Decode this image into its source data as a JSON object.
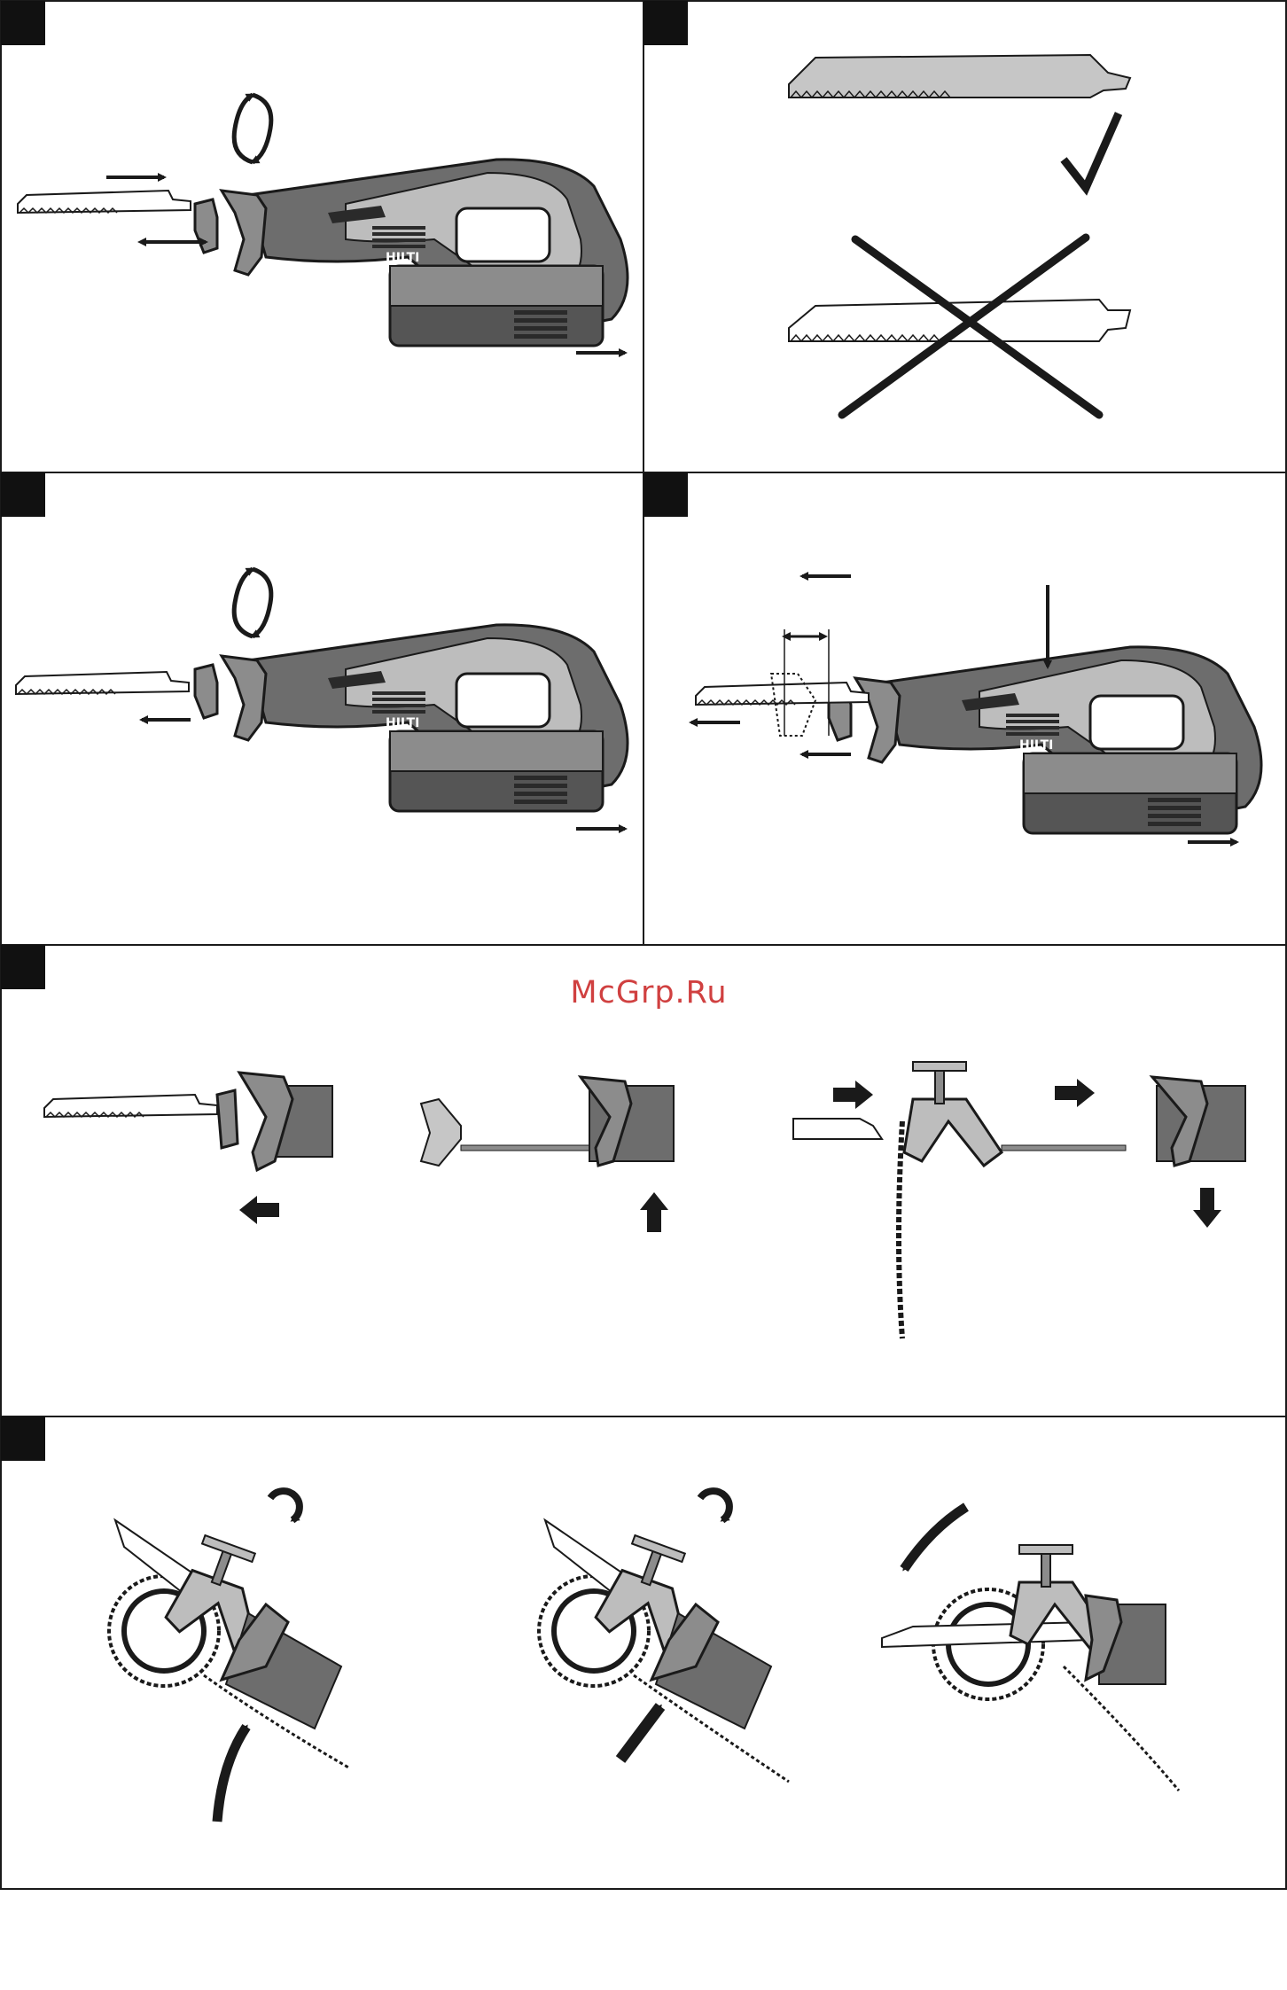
{
  "page": {
    "watermark": "McGrp.Ru",
    "brand_mark": "HILTI"
  },
  "colors": {
    "frame": "#1a1a1a",
    "tool_dark": "#555555",
    "tool_mid": "#8c8c8c",
    "tool_light": "#bdbdbd",
    "blade_fill": "#c6c6c6",
    "wrong_mark": "#1a1a1a",
    "watermark": "#d04040"
  },
  "panels": [
    {
      "id": "1",
      "content": "insert-blade",
      "icons": [
        "rotate-icon",
        "arrow-right-icon",
        "double-arrow-icon",
        "arrow-right-icon"
      ]
    },
    {
      "id": "2",
      "content": "blade-orientation",
      "icons": [
        "check-icon",
        "cross-icon"
      ]
    },
    {
      "id": "3",
      "content": "remove-blade",
      "icons": [
        "rotate-icon",
        "arrow-left-icon",
        "arrow-right-icon"
      ]
    },
    {
      "id": "4",
      "content": "adjust-shoe",
      "icons": [
        "arrow-left-icon",
        "double-arrow-icon",
        "arrow-down-icon",
        "arrow-left-icon",
        "arrow-right-icon"
      ]
    },
    {
      "id": "5",
      "content": "pipe-clamp-mounting",
      "icons": [
        "arrow-left-icon",
        "arrow-up-icon",
        "arrow-right-icon",
        "arrow-down-icon"
      ]
    },
    {
      "id": "6",
      "content": "pipe-cutting-with-chain",
      "icons": [
        "rotate-icon",
        "curved-arrow-icon"
      ]
    }
  ]
}
